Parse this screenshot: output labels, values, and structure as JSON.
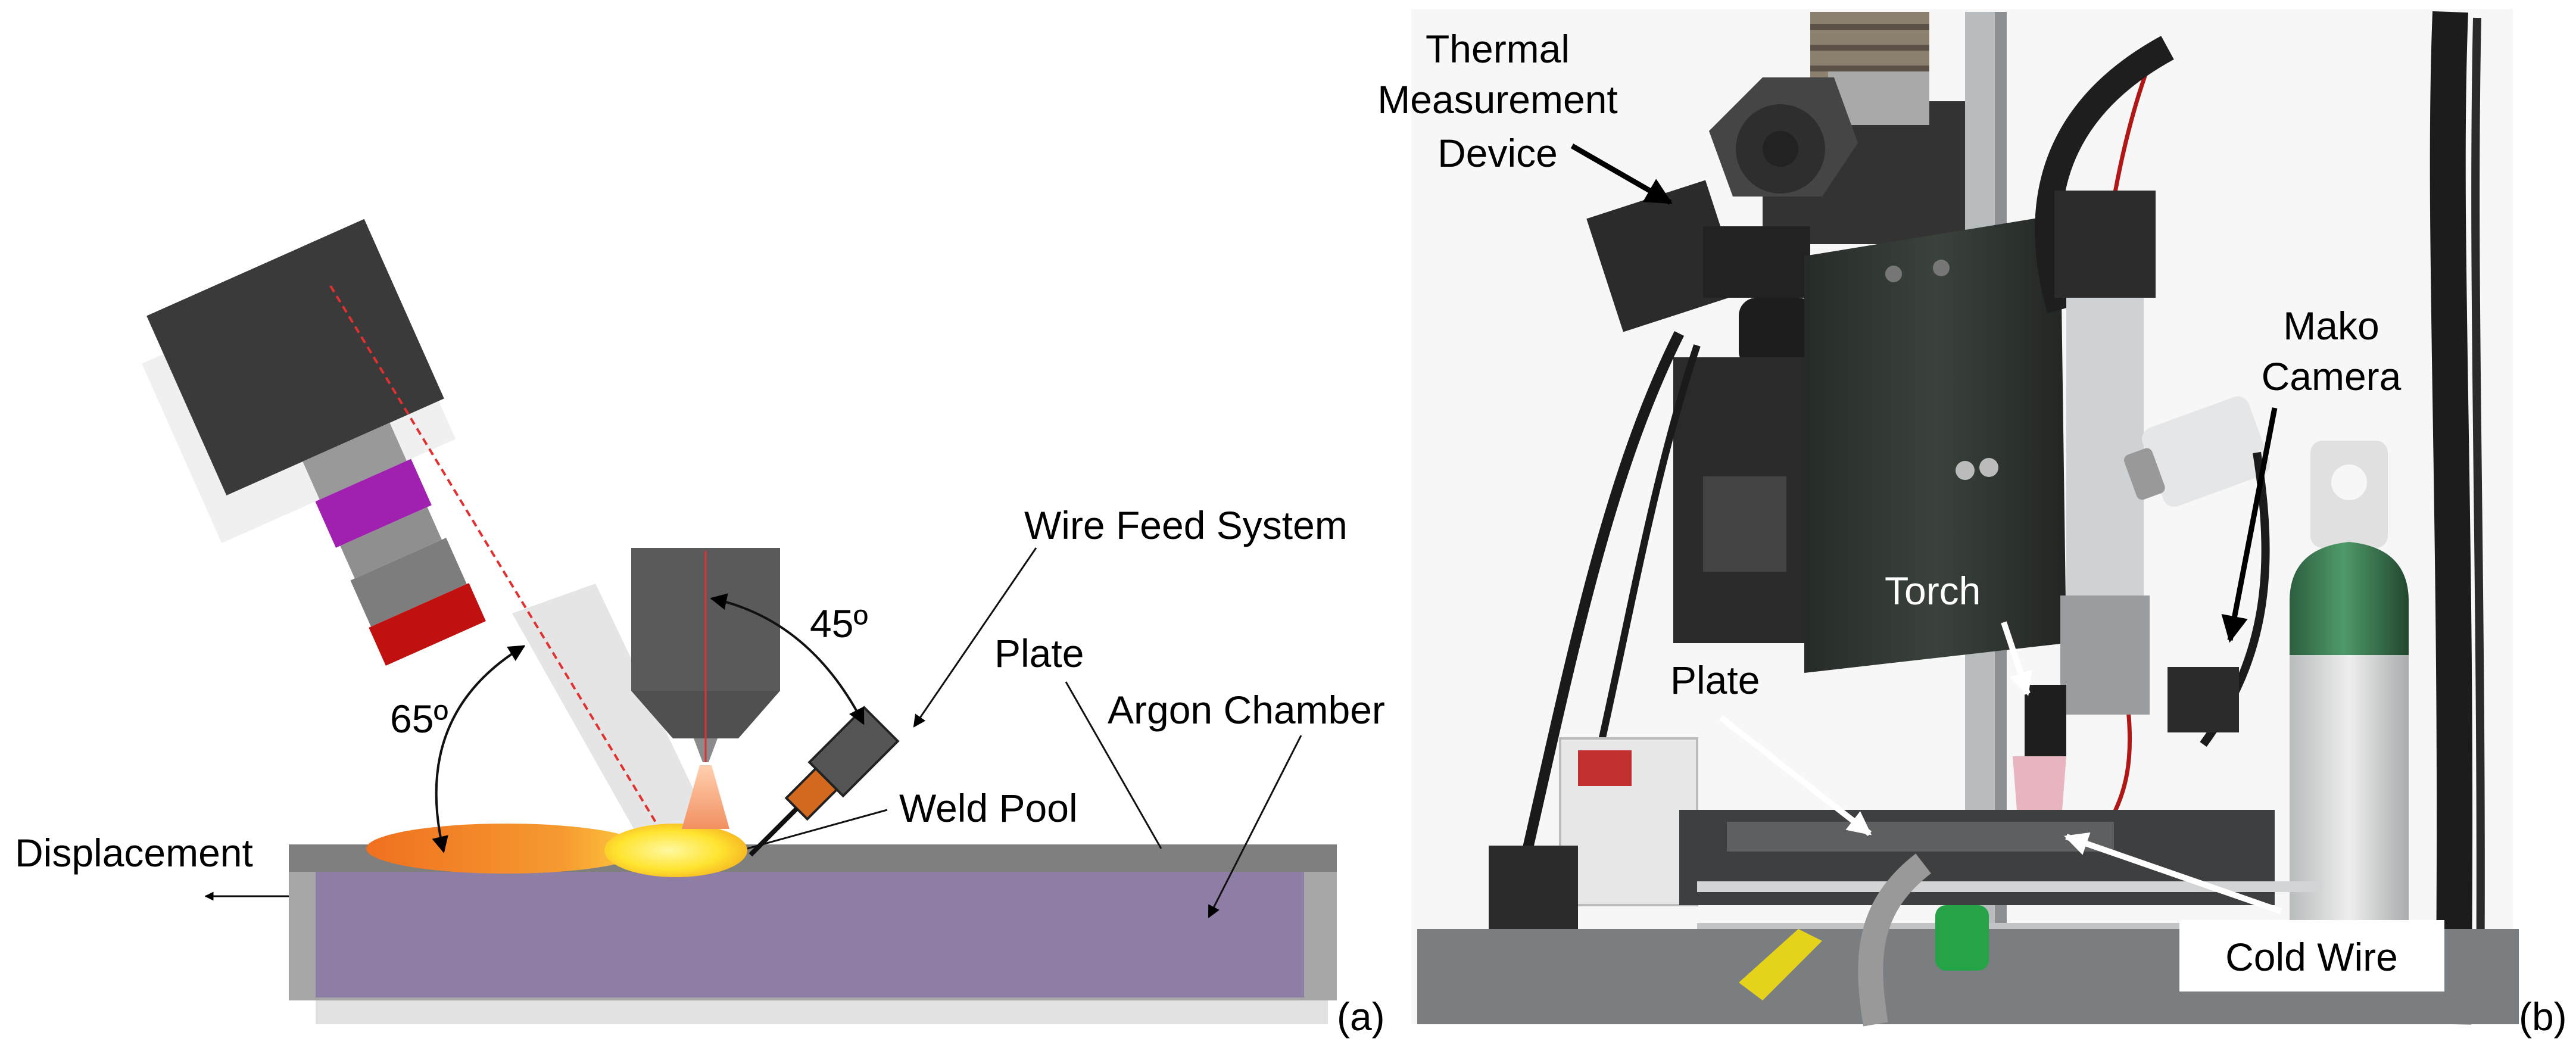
{
  "panel_a": {
    "label": "(a)",
    "labels": {
      "wire_feed": "Wire Feed System",
      "angle_45": "45º",
      "plate": "Plate",
      "argon_chamber": "Argon Chamber",
      "angle_65": "65º",
      "weld_pool": "Weld Pool",
      "displacement": "Displacement"
    },
    "colors": {
      "camera_body": "#3a3a3a",
      "lens_grey": "#8a8a8a",
      "lens_magenta": "#a020b0",
      "lens_red": "#c01010",
      "torch": "#5a5a5a",
      "wire_feeder": "#555555",
      "wire_tip": "#d2691e",
      "plate": "#7f7f7f",
      "chamber_wall": "#a6a6a6",
      "argon": "#8e7ea5",
      "weld_hot": "#ffe838",
      "weld_trail": "#f07828",
      "view_beam": "#e5e5e5",
      "centerline": "#e03030"
    }
  },
  "panel_b": {
    "label": "(b)",
    "labels": {
      "thermal_line1": "Thermal",
      "thermal_line2": "Measurement",
      "thermal_line3": "Device",
      "mako_line1": "Mako",
      "mako_line2": "Camera",
      "torch": "Torch",
      "plate": "Plate",
      "cold_wire": "Cold Wire"
    },
    "colors": {
      "photo_dark": "#2c2e2c",
      "steel_plate": "#2f3430",
      "frame_metal": "#b9bcbf",
      "gas_cylinder": "#3f7a55",
      "cylinder_top": "#d8d8d8",
      "cable_red": "#b01818",
      "ceramic_nozzle": "#e8b4c0",
      "green_part": "#27a347"
    }
  }
}
